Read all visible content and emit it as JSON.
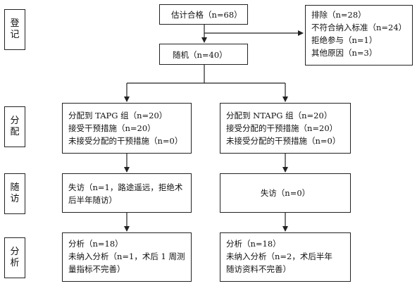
{
  "stages": {
    "registration": [
      "登",
      "记"
    ],
    "allocation": [
      "分",
      "配"
    ],
    "followup": [
      "随",
      "访"
    ],
    "analysis": [
      "分",
      "析"
    ]
  },
  "enrollment": "估计合格（n=68）",
  "exclusion": {
    "title": "排除（n=28）",
    "items": [
      "不符合纳入标准（n=24）",
      "拒绝参与（n=1）",
      "其他原因（n=3）"
    ]
  },
  "randomized": "随机（n=40）",
  "tapg": {
    "allocation": [
      "分配到 TAPG 组（n=20）",
      "接受干预措施（n=20）",
      "未接受分配的干预措施（n=0）"
    ],
    "followup": [
      "失访（n=1，路途遥远，拒绝术",
      "后半年随访）"
    ],
    "analysis": [
      "分析（n=18）",
      "未纳入分析（n=1，术后 1 周测",
      "量指标不完善）"
    ]
  },
  "ntapg": {
    "allocation": [
      "分配到 NTAPG 组（n=20）",
      "接受分配的干预措施（n=20）",
      "未接受分配的干预措施（n=0）"
    ],
    "followup": "失访（n=0）",
    "analysis": [
      "分析（n=18）",
      "未纳入分析（n=2，术后半年",
      "随访资料不完善）"
    ]
  }
}
